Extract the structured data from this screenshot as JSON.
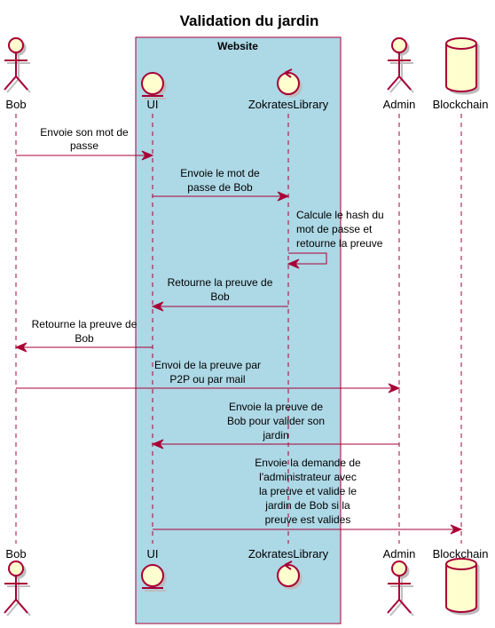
{
  "title": "Validation du jardin",
  "group": {
    "label": "Website",
    "fill": "#add8e6",
    "border": "#a80036"
  },
  "colors": {
    "accent": "#a80036",
    "participant_fill": "#fefece"
  },
  "participants": [
    {
      "id": "bob",
      "name": "Bob",
      "kind": "actor"
    },
    {
      "id": "ui",
      "name": "UI",
      "kind": "entity"
    },
    {
      "id": "zokrates",
      "name": "ZokratesLibrary",
      "kind": "control"
    },
    {
      "id": "admin",
      "name": "Admin",
      "kind": "actor"
    },
    {
      "id": "blockchain",
      "name": "Blockchain",
      "kind": "database"
    }
  ],
  "messages": [
    {
      "from": "bob",
      "to": "ui",
      "lines": [
        "Envoie son mot de",
        "passe"
      ]
    },
    {
      "from": "ui",
      "to": "zokrates",
      "lines": [
        "Envoie le mot de",
        "passe de Bob"
      ]
    },
    {
      "from": "zokrates",
      "to": "zokrates",
      "lines": [
        "Calcule le hash du",
        "mot de passe et",
        "retourne la preuve"
      ]
    },
    {
      "from": "zokrates",
      "to": "ui",
      "lines": [
        "Retourne la preuve de",
        "Bob"
      ]
    },
    {
      "from": "ui",
      "to": "bob",
      "lines": [
        "Retourne la preuve de",
        "Bob"
      ]
    },
    {
      "from": "bob",
      "to": "admin",
      "lines": [
        "Envoi de la preuve par",
        "P2P ou par mail"
      ]
    },
    {
      "from": "admin",
      "to": "ui",
      "lines": [
        "Envoie la preuve de",
        "Bob pour valider son",
        "jardin"
      ]
    },
    {
      "from": "ui",
      "to": "blockchain",
      "lines": [
        "Envoie la demande de",
        "l'administrateur avec",
        "la preuve et valide le",
        "jardin de Bob si la",
        "preuve est valides"
      ]
    }
  ]
}
